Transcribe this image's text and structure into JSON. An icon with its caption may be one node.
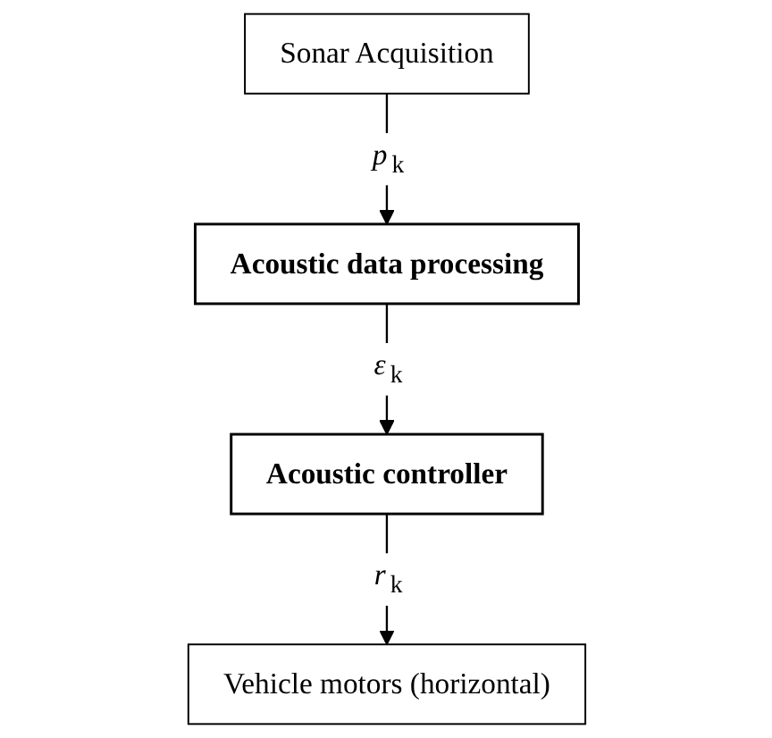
{
  "diagram": {
    "nodes": [
      {
        "text": [
          "Sonar Acquisition"
        ]
      },
      {
        "text": [
          "Acoustic data processing"
        ]
      },
      {
        "text": [
          "Acoustic controller"
        ]
      },
      {
        "text": [
          "Vehicle motors (horizontal)"
        ]
      }
    ],
    "edges": [
      {
        "from": 0,
        "to": 1,
        "arrow": "to",
        "label": "*p*$_{k}$"
      },
      {
        "from": 1,
        "to": 2,
        "arrow": "to",
        "label": "*ε*$_{k}$"
      },
      {
        "from": 2,
        "to": 3,
        "arrow": "to",
        "label": "*r*$_{k}$"
      }
    ]
  }
}
